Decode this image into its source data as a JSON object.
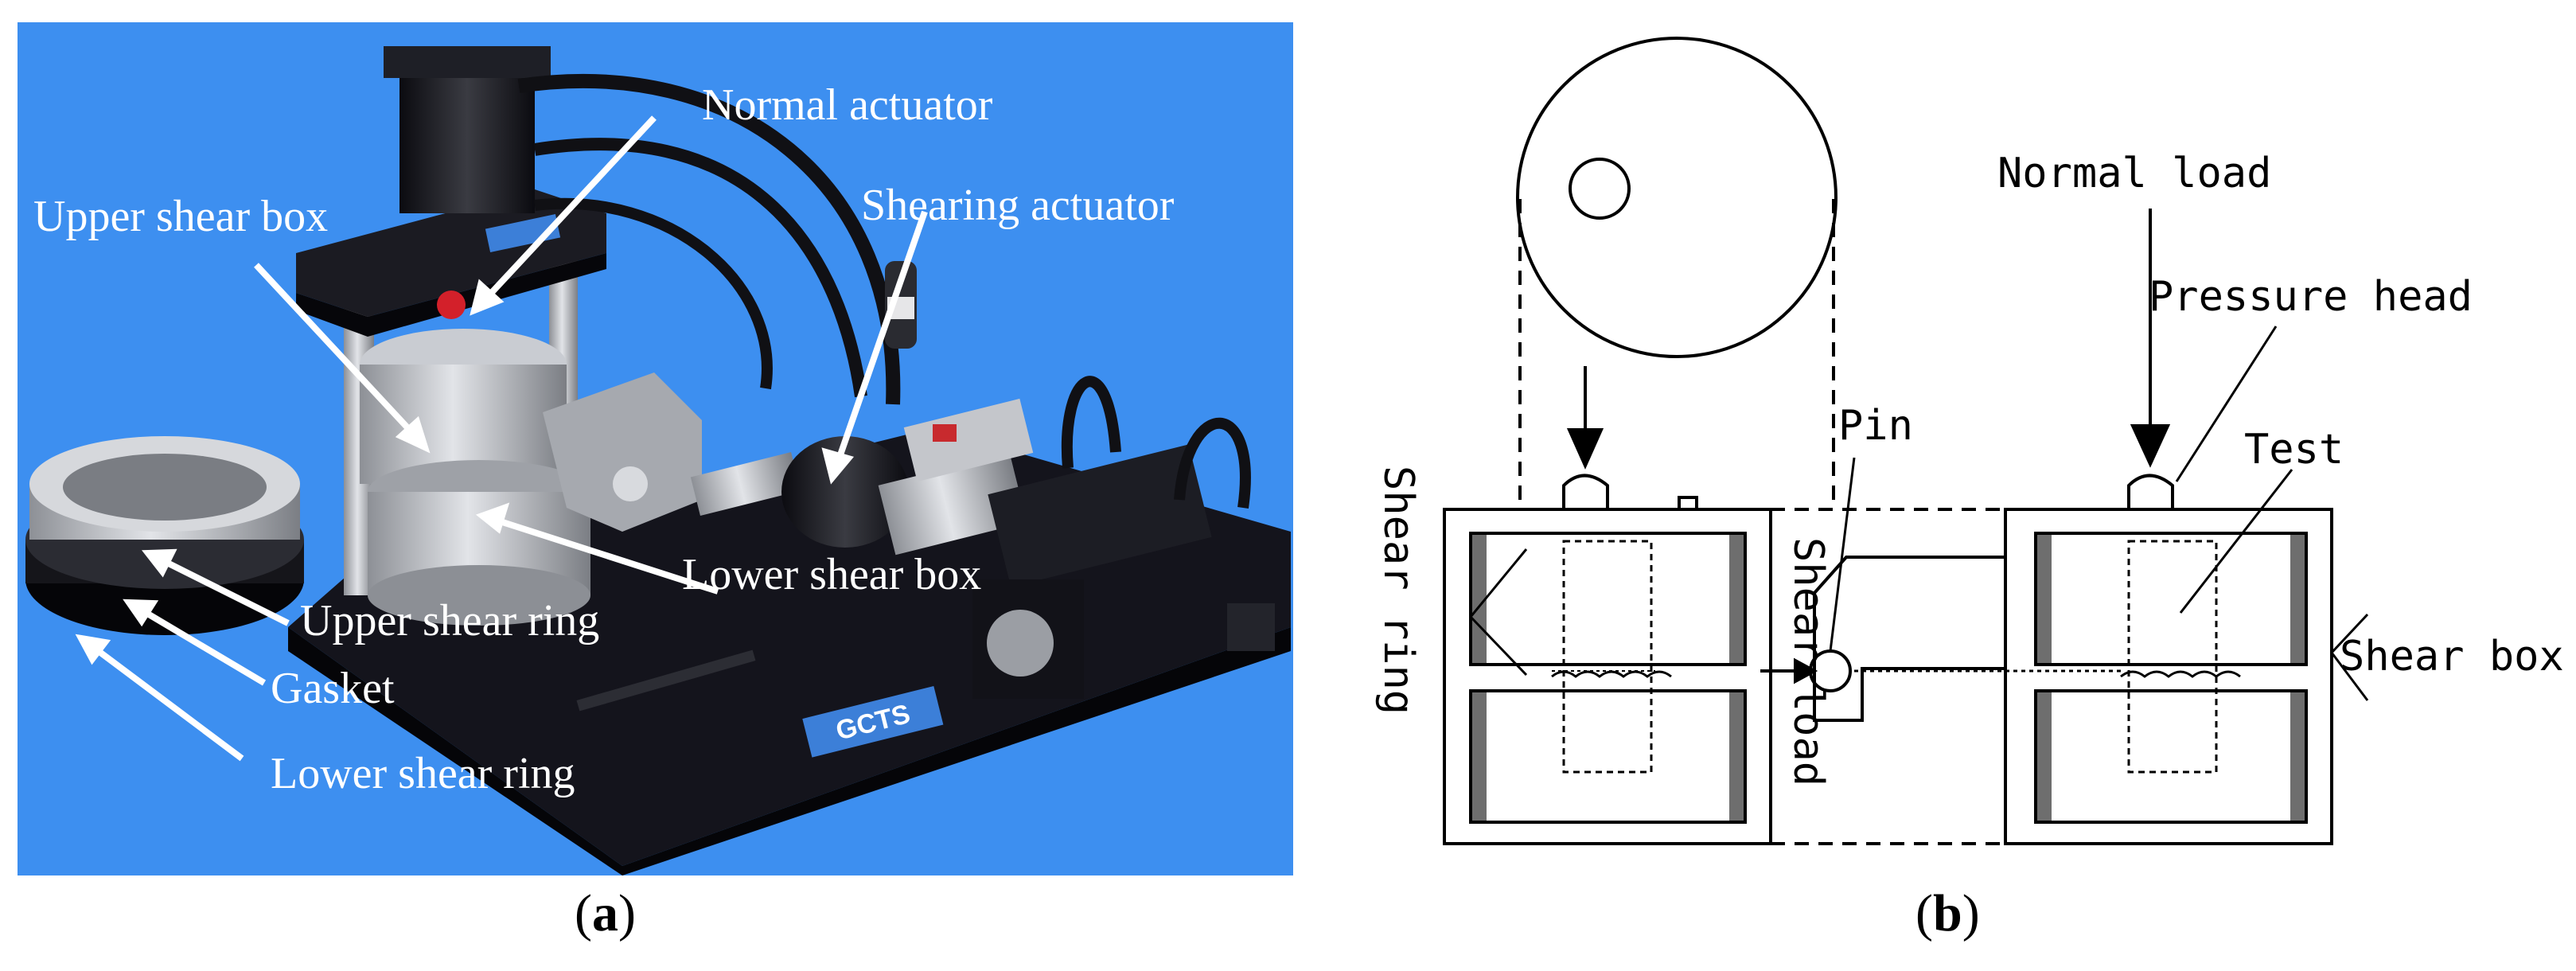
{
  "panel_a": {
    "labels": {
      "normal_actuator": "Normal actuator",
      "upper_shear_box": "Upper shear box",
      "shearing_actuator": "Shearing actuator",
      "lower_shear_box": "Lower shear box",
      "upper_shear_ring": "Upper shear ring",
      "gasket": "Gasket",
      "lower_shear_ring": "Lower shear ring"
    },
    "logo_text": "GCTS",
    "caption_open": "(",
    "caption_letter": "a",
    "caption_close": ")",
    "colors": {
      "background": "#3d8ff0",
      "base_plate": "#14141c",
      "metal": "#b9bcc2"
    }
  },
  "panel_b": {
    "labels": {
      "normal_load": "Normal load",
      "pressure_head": "Pressure head",
      "pin": "Pin",
      "test": "Test",
      "shear_ring": "Shear ring",
      "shear_load": "Shear load",
      "shear_box": "Shear box"
    },
    "caption_open": "(",
    "caption_letter": "b",
    "caption_close": ")"
  }
}
